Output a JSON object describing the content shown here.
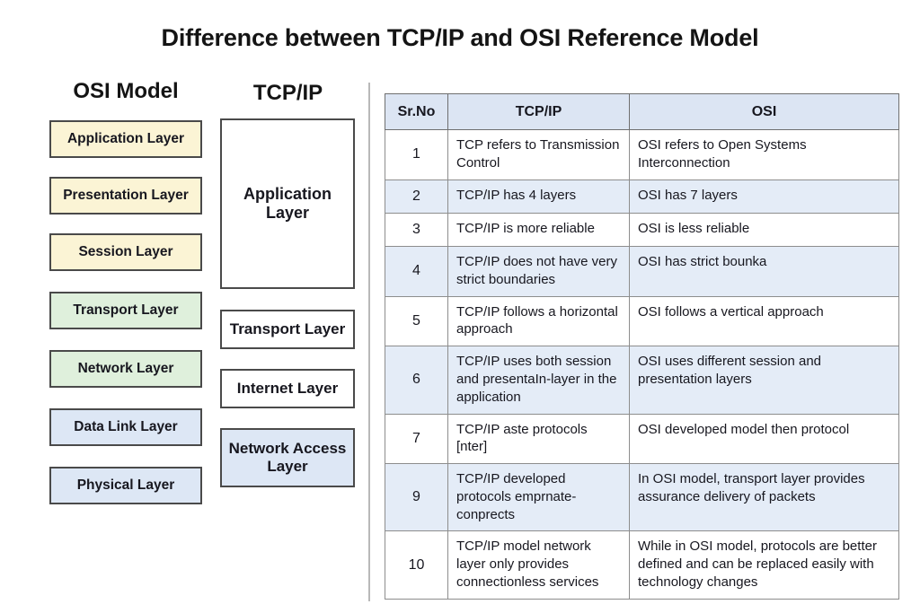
{
  "title": "Difference between TCP/IP and OSI Reference Model",
  "diagram": {
    "osi": {
      "heading": "OSI Model",
      "layers": [
        {
          "label": "Application Layer",
          "color": "#fbf4d5"
        },
        {
          "label": "Presentation Layer",
          "color": "#fbf4d5"
        },
        {
          "label": "Session Layer",
          "color": "#fbf4d5"
        },
        {
          "label": "Transport Layer",
          "color": "#dff0dc"
        },
        {
          "label": "Network Layer",
          "color": "#dff0dc"
        },
        {
          "label": "Data Link Layer",
          "color": "#dde7f5"
        },
        {
          "label": "Physical Layer",
          "color": "#dde7f5"
        }
      ]
    },
    "tcpip": {
      "heading": "TCP/IP",
      "layers": [
        {
          "label": "Application Layer",
          "color": "#ffffff"
        },
        {
          "label": "Transport Layer",
          "color": "#ffffff"
        },
        {
          "label": "Internet Layer",
          "color": "#ffffff"
        },
        {
          "label": "Network Access Layer",
          "color": "#dde7f5"
        }
      ]
    }
  },
  "table": {
    "headers": [
      "Sr.No",
      "TCP/IP",
      "OSI"
    ],
    "header_fill": "#dce5f3",
    "row_alt_fill": "#e4ecf7",
    "rows": [
      {
        "sr": "1",
        "tcp": "TCP refers to Transmission Control",
        "osi": "OSI refers to Open Systems Interconnection"
      },
      {
        "sr": "2",
        "tcp": "TCP/IP has 4 layers",
        "osi": "OSI has 7 layers"
      },
      {
        "sr": "3",
        "tcp": "TCP/IP is more reliable",
        "osi": "OSI is less reliable"
      },
      {
        "sr": "4",
        "tcp": "TCP/IP does not have very strict boundaries",
        "osi": "OSI has strict bounka"
      },
      {
        "sr": "5",
        "tcp": "TCP/IP follows a horizontal approach",
        "osi": "OSI follows a vertical approach"
      },
      {
        "sr": "6",
        "tcp": "TCP/IP uses both session and presentaIn-layer in the application",
        "osi": "OSI uses different session and presentation layers"
      },
      {
        "sr": "7",
        "tcp": "TCP/IP aste protocols [nter]",
        "osi": "OSI developed model then protocol"
      },
      {
        "sr": "9",
        "tcp": "TCP/IP developed protocols  emprnate-conprects",
        "osi": "In OSI model, transport layer provides assurance delivery of packets"
      },
      {
        "sr": "10",
        "tcp": "TCP/IP model network layer only provides connectionless services",
        "osi": "While in OSI model, protocols are better defined and can be replaced easily with technology changes"
      }
    ]
  }
}
